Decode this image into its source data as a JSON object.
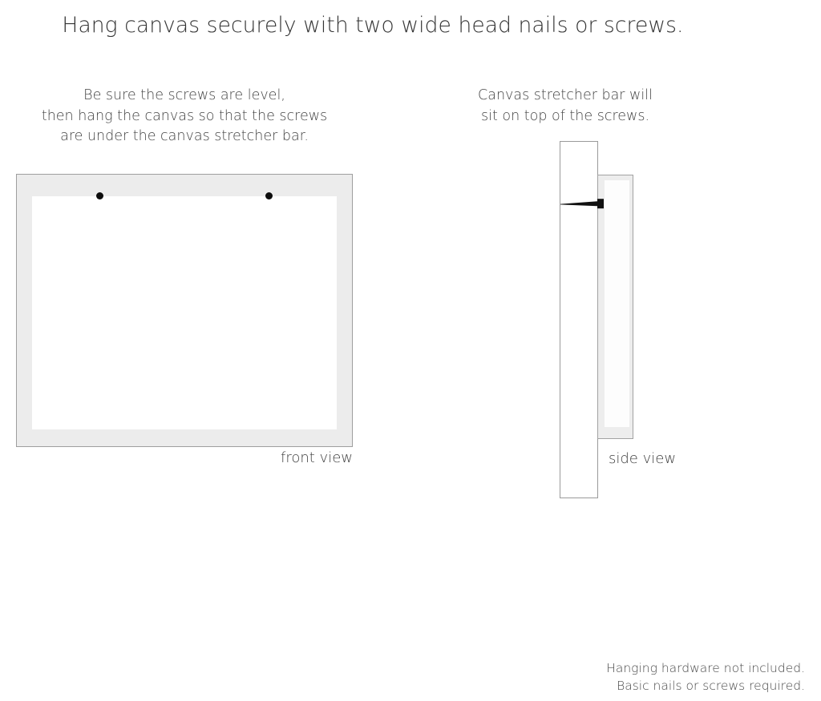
{
  "title": "Hang canvas securely with two wide head nails or screws.",
  "captions": {
    "left": {
      "line1": "Be sure the screws are level,",
      "line2": "then hang the canvas so that the screws",
      "line3": "are under the canvas stretcher bar."
    },
    "right": {
      "line1": "Canvas stretcher bar will",
      "line2": "sit on top of the screws."
    }
  },
  "views": {
    "front_label": "front view",
    "side_label": "side view"
  },
  "footer": {
    "line1": "Hanging hardware not included.",
    "line2": "Basic nails or screws required."
  },
  "colors": {
    "frame_fill": "#ececec",
    "frame_border": "#9e9e9e",
    "panel_fill": "#ffffff",
    "screw_color": "#0d0d0d",
    "canvas_profile_fill": "#ededed",
    "canvas_profile_border": "#a2a2a2",
    "wall_fill": "#ffffff",
    "wall_border": "#9a9a9a",
    "text_color": "#3a3a3a",
    "title_color": "#333333"
  }
}
